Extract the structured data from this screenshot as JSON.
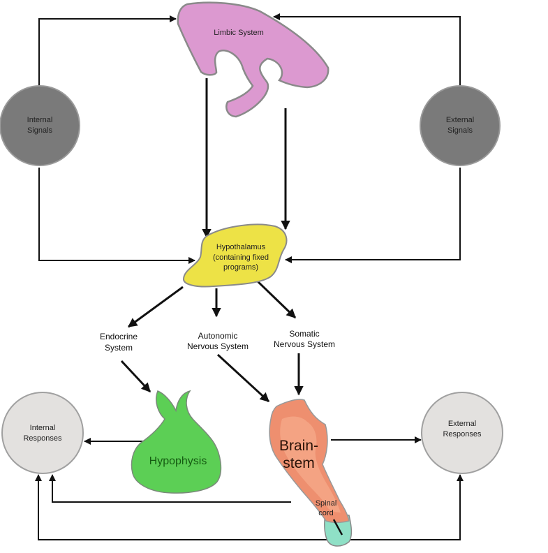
{
  "nodes": {
    "limbic": {
      "label": "Limbic System",
      "color": "#dc99d0",
      "stroke": "#8a8a8a"
    },
    "internal_signals": {
      "line1": "Internal",
      "line2": "Signals",
      "color": "#7a7a7a"
    },
    "external_signals": {
      "line1": "External",
      "line2": "Signals",
      "color": "#7a7a7a"
    },
    "hypothalamus": {
      "line1": "Hypothalamus",
      "line2": "(containing fixed",
      "line3": "programs)",
      "color": "#ede246"
    },
    "endocrine": {
      "line1": "Endocrine",
      "line2": "System"
    },
    "autonomic": {
      "line1": "Autonomic",
      "line2": "Nervous System"
    },
    "somatic": {
      "line1": "Somatic",
      "line2": "Nervous System"
    },
    "hypophysis": {
      "label": "Hypophysis",
      "color": "#5ccf55",
      "text_color": "#155c12"
    },
    "brainstem": {
      "line1": "Brain-",
      "line2": "stem",
      "color": "#ee8f6f",
      "inner_color": "#f4a383"
    },
    "spinal_cord": {
      "line1": "Spinal",
      "line2": "cord",
      "color": "#8fe0c6"
    },
    "internal_responses": {
      "line1": "Internal",
      "line2": "Responses",
      "color": "#e3e1df"
    },
    "external_responses": {
      "line1": "External",
      "line2": "Responses",
      "color": "#e3e1df"
    }
  }
}
